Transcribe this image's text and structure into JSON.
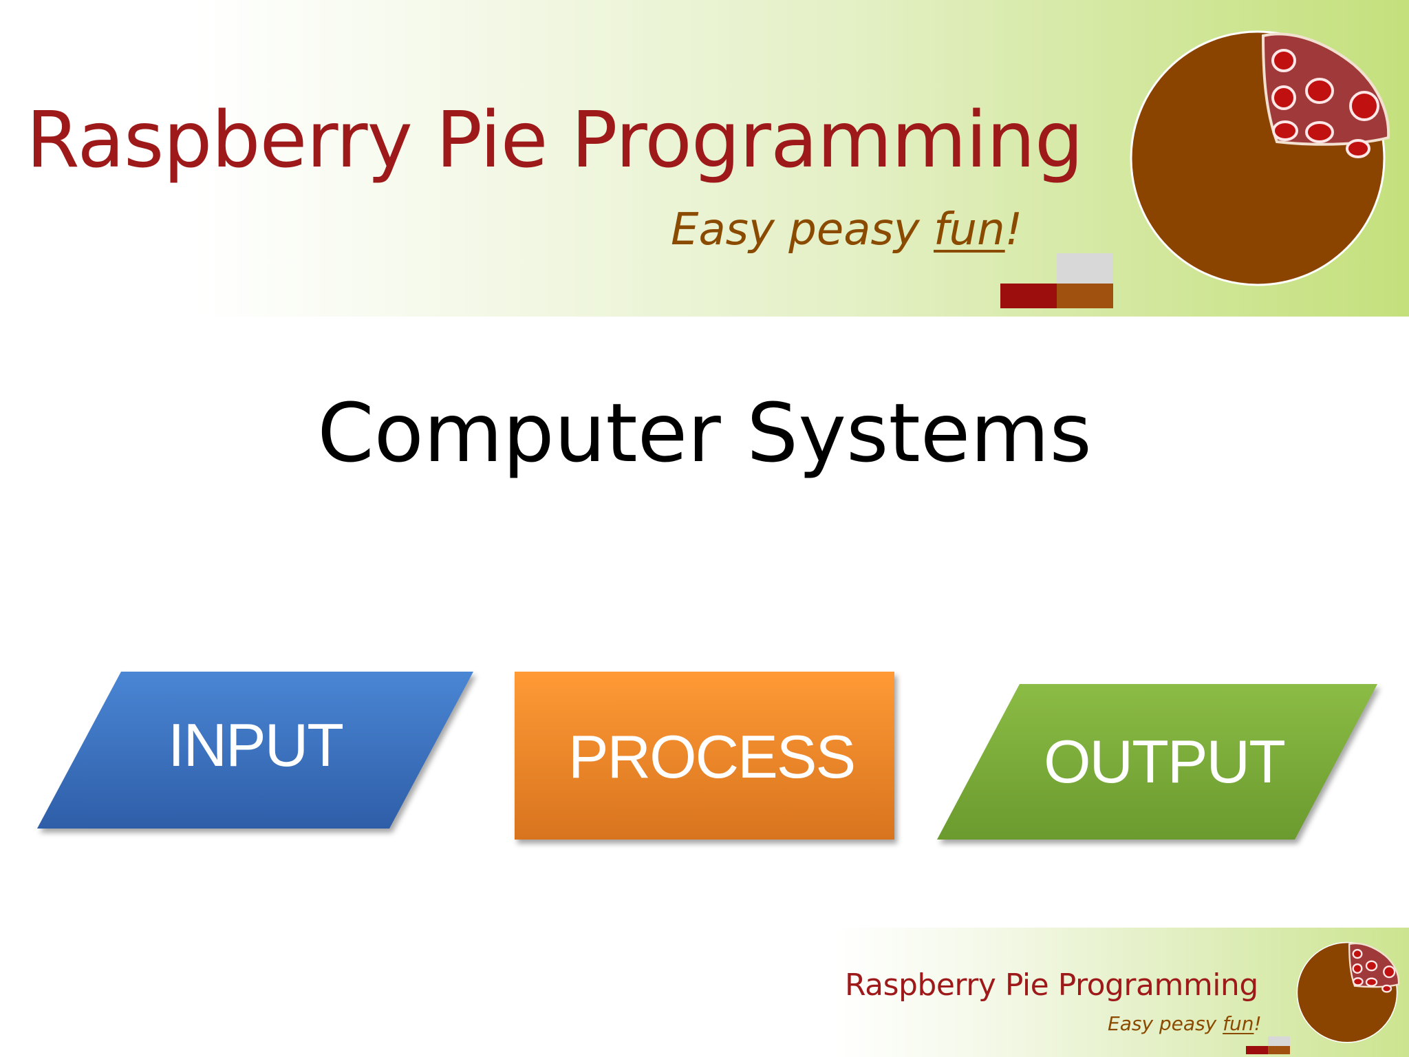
{
  "header": {
    "title": "Raspberry Pie Programming",
    "tagline_prefix": "Easy peasy ",
    "tagline_emphasis": "fun",
    "tagline_suffix": "!"
  },
  "slide": {
    "title": "Computer Systems"
  },
  "flow": {
    "input_label": "INPUT",
    "process_label": "PROCESS",
    "output_label": "OUTPUT"
  },
  "footer": {
    "title": "Raspberry Pie Programming",
    "tagline_prefix": "Easy peasy ",
    "tagline_emphasis": "fun",
    "tagline_suffix": "!"
  },
  "colors": {
    "brand_red": "#9e1a1a",
    "pie_brown": "#8b4300",
    "input_blue": "#3a72c0",
    "process_orange": "#f08a30",
    "output_green": "#7aaa38"
  },
  "icons": {
    "logo": "raspberry-pie-icon"
  }
}
